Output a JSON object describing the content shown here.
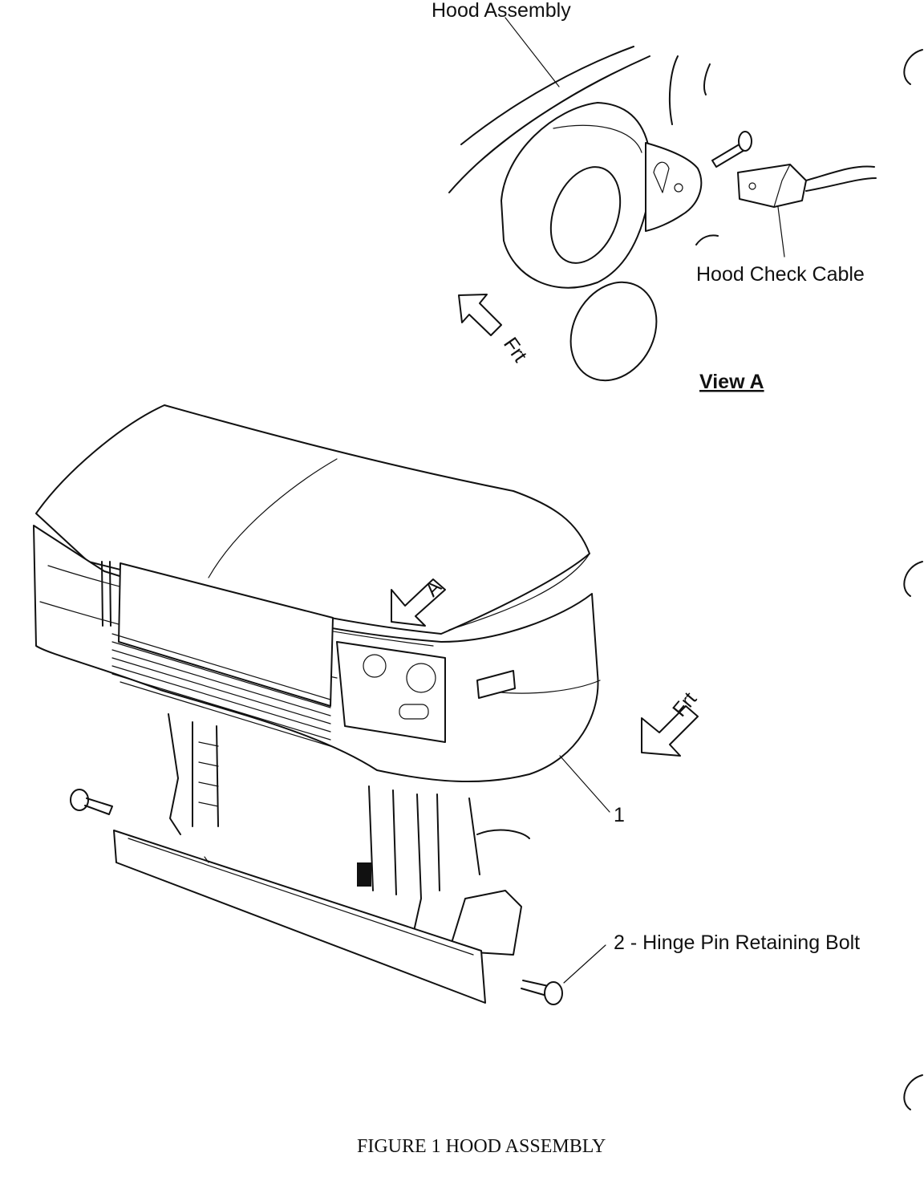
{
  "labels": {
    "hood_assembly": "Hood Assembly",
    "hood_check_cable": "Hood Check Cable",
    "view_a": "View A",
    "frt_top": "Frt",
    "frt_main": "Frt",
    "view_arrow": "A",
    "callout_1": "1",
    "callout_2": "2 - Hinge Pin Retaining Bolt"
  },
  "caption": "FIGURE 1 HOOD ASSEMBLY"
}
